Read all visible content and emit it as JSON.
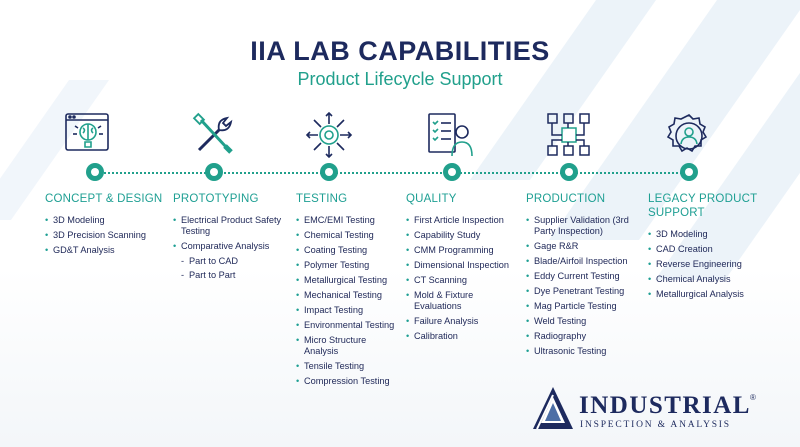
{
  "title": "IIA LAB CAPABILITIES",
  "subtitle": "Product Lifecycle Support",
  "colors": {
    "navy": "#1d2a5e",
    "teal": "#21a08c"
  },
  "stages": [
    {
      "icon": "brain-screen-icon",
      "title": "CONCEPT & DESIGN",
      "items": [
        "3D Modeling",
        "3D Precision Scanning",
        "GD&T Analysis"
      ]
    },
    {
      "icon": "tools-icon",
      "title": "PROTOTYPING",
      "items": [
        "Electrical Product Safety Testing",
        "Comparative Analysis"
      ],
      "subitems": [
        "Part to CAD",
        "Part to Part"
      ]
    },
    {
      "icon": "gear-arrows-icon",
      "title": "TESTING",
      "items": [
        "EMC/EMI Testing",
        "Chemical Testing",
        "Coating Testing",
        "Polymer Testing",
        "Metallurgical Testing",
        "Mechanical Testing",
        "Impact Testing",
        "Environmental Testing",
        "Micro Structure Analysis",
        "Tensile Testing",
        "Compression Testing"
      ]
    },
    {
      "icon": "inspector-checklist-icon",
      "title": "QUALITY",
      "items": [
        "First Article Inspection",
        "Capability Study",
        "CMM Programming",
        "Dimensional Inspection",
        "CT Scanning",
        "Mold & Fixture Evaluations",
        "Failure Analysis",
        "Calibration"
      ]
    },
    {
      "icon": "production-flow-icon",
      "title": "PRODUCTION",
      "items": [
        "Supplier Validation (3rd Party Inspection)",
        "Gage R&R",
        "Blade/Airfoil Inspection",
        "Eddy Current Testing",
        "Dye Penetrant Testing",
        "Mag Particle Testing",
        "Weld Testing",
        "Radiography",
        "Ultrasonic Testing"
      ]
    },
    {
      "icon": "gear-person-icon",
      "title": "LEGACY PRODUCT SUPPORT",
      "items": [
        "3D Modeling",
        "CAD Creation",
        "Reverse Engineering",
        "Chemical Analysis",
        "Metallurgical Analysis"
      ]
    }
  ],
  "logo": {
    "name": "INDUSTRIAL",
    "reg": "®",
    "tagline": "INSPECTION & ANALYSIS"
  }
}
